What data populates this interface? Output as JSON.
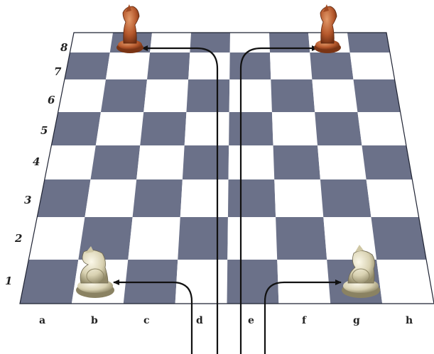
{
  "board": {
    "files": [
      "a",
      "b",
      "c",
      "d",
      "e",
      "f",
      "g",
      "h"
    ],
    "ranks": [
      "1",
      "2",
      "3",
      "4",
      "5",
      "6",
      "7",
      "8"
    ],
    "light_color": "#ffffff",
    "dark_color": "#6b7189",
    "border_color": "#1f2333"
  },
  "pieces": [
    {
      "piece": "knight",
      "color": "dark",
      "square": "b8",
      "icon": "knight-icon"
    },
    {
      "piece": "knight",
      "color": "dark",
      "square": "g8",
      "icon": "knight-icon"
    },
    {
      "piece": "knight",
      "color": "light",
      "square": "b1",
      "icon": "knight-icon"
    },
    {
      "piece": "knight",
      "color": "light",
      "square": "g1",
      "icon": "knight-icon"
    }
  ],
  "arrows": [
    {
      "to": "b8",
      "color": "#111111"
    },
    {
      "to": "g8",
      "color": "#111111"
    },
    {
      "to": "b1",
      "color": "#111111"
    },
    {
      "to": "g1",
      "color": "#111111"
    }
  ]
}
